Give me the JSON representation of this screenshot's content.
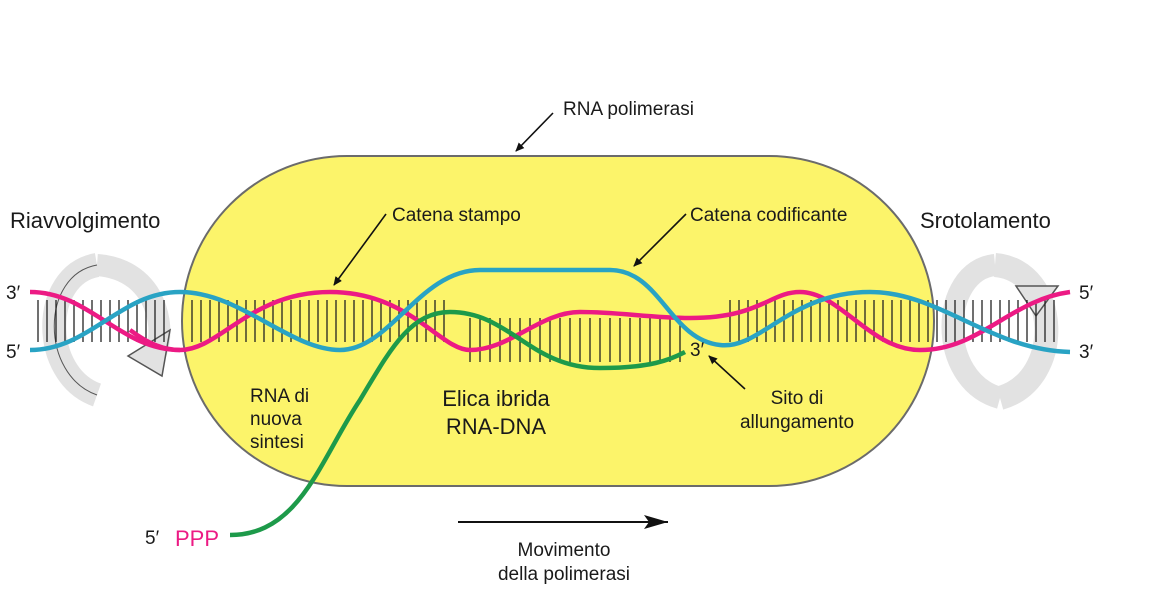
{
  "colors": {
    "polymerase_fill": "#fcf46a",
    "polymerase_stroke": "#6b6b6b",
    "template_strand": "#ec1a84",
    "coding_strand": "#29a3c4",
    "rna_strand": "#1d9a4a",
    "arrow_fill": "#e2e2e2"
  },
  "labels": {
    "rna_polymerase": "RNA polimerasi",
    "rewinding": "Riavvolgimento",
    "unwinding": "Srotolamento",
    "template_strand": "Catena stampo",
    "coding_strand": "Catena codificante",
    "new_rna_line1": "RNA di",
    "new_rna_line2": "nuova",
    "new_rna_line3": "sintesi",
    "hybrid_line1": "Elica ibrida",
    "hybrid_line2": "RNA-DNA",
    "elongation_line1": "Sito di",
    "elongation_line2": "allungamento",
    "movement_line1": "Movimento",
    "movement_line2": "della polimerasi",
    "end_3_left_top": "3′",
    "end_5_left_bottom": "5′",
    "end_5_right_top": "5′",
    "end_3_right_bottom": "3′",
    "rna_3_end": "3′",
    "rna_5_end": "5′",
    "ppp": "PPP"
  },
  "icons": {
    "rewinding": "circular-arrow-icon",
    "unwinding": "circular-arrow-icon"
  }
}
